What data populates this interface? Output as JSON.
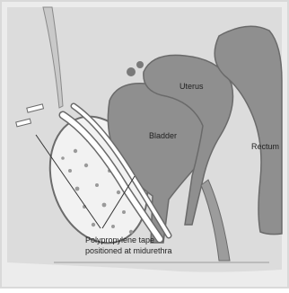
{
  "labels": {
    "uterus": "Uterus",
    "bladder": "Bladder",
    "rectum": "Rectum",
    "tape_line1": "Polypropylene tape",
    "tape_line2": "positioned at midurethra"
  },
  "colors": {
    "background": "#ffffff",
    "frame": "#d9d9d9",
    "organ": "#8f8f8f",
    "bone": "#c7c7c7",
    "tissue": "#bdbdbd",
    "tape": "#ffffff",
    "outline": "#555555"
  }
}
